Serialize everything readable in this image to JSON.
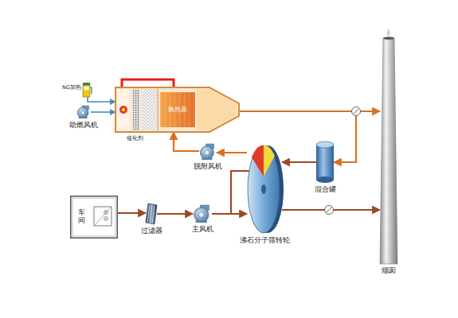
{
  "diagram": {
    "nodes": [
      {
        "text": [
          "车间"
        ]
      },
      {
        "text": [
          "过滤器"
        ]
      },
      {
        "text": [
          "主风机"
        ]
      },
      {
        "text": [
          "沸石分子筛转轮"
        ]
      },
      {
        "text": [
          "混合罐"
        ]
      },
      {
        "text": [
          "烟囱"
        ]
      },
      {
        "text": [
          "脱附风机"
        ]
      },
      {
        "text": [
          "催化剂"
        ]
      },
      {
        "text": [
          "换热器"
        ],
        "in": 7
      },
      {
        "text": [
          "助燃风机"
        ]
      },
      {
        "text": [
          "NG加热"
        ]
      }
    ],
    "edges": [
      {
        "from": 0,
        "to": 1,
        "arrow": "to"
      },
      {
        "from": 1,
        "to": 2,
        "arrow": "to"
      },
      {
        "from": 2,
        "to": 3,
        "arrow": "to"
      },
      {
        "from": 3,
        "to": 5,
        "arrow": "to"
      },
      {
        "from": 3,
        "to": 6,
        "arrow": "to"
      },
      {
        "from": 6,
        "to": 7,
        "arrow": "to"
      },
      {
        "from": 7,
        "to": 5,
        "arrow": "to"
      },
      {
        "from": 7,
        "to": 4,
        "arrow": "to"
      },
      {
        "from": 4,
        "to": 3,
        "arrow": "to"
      },
      {
        "from": 9,
        "to": 7,
        "arrow": "to"
      },
      {
        "from": 10,
        "to": 7,
        "arrow": "to"
      }
    ]
  }
}
